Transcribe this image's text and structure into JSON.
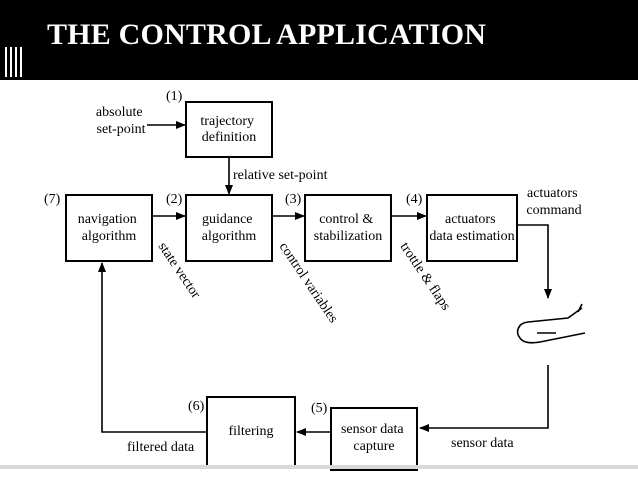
{
  "header": {
    "title": "THE CONTROL APPLICATION"
  },
  "diagram": {
    "boxes": [
      {
        "number": "(1)",
        "lines": [
          "trajectory",
          "definition"
        ]
      },
      {
        "number": "(2)",
        "lines": [
          "guidance",
          "algorithm"
        ]
      },
      {
        "number": "(3)",
        "lines": [
          "control &",
          "stabilization"
        ]
      },
      {
        "number": "(4)",
        "lines": [
          "actuators",
          "data estimation"
        ]
      },
      {
        "number": "(5)",
        "lines": [
          "sensor data",
          "capture"
        ]
      },
      {
        "number": "(6)",
        "lines": [
          "filtering"
        ]
      },
      {
        "number": "(7)",
        "lines": [
          "navigation",
          "algorithm"
        ]
      }
    ],
    "labels": {
      "absolute_setpoint": [
        "absolute",
        "set-point"
      ],
      "relative_setpoint": "relative set-point",
      "actuators_command": [
        "actuators",
        "command"
      ],
      "state_vector": "state vector",
      "control_variables": "control variables",
      "trottle_flaps": "trottle & flaps",
      "sensor_data": "sensor data",
      "filtered_data": "filtered data"
    }
  }
}
